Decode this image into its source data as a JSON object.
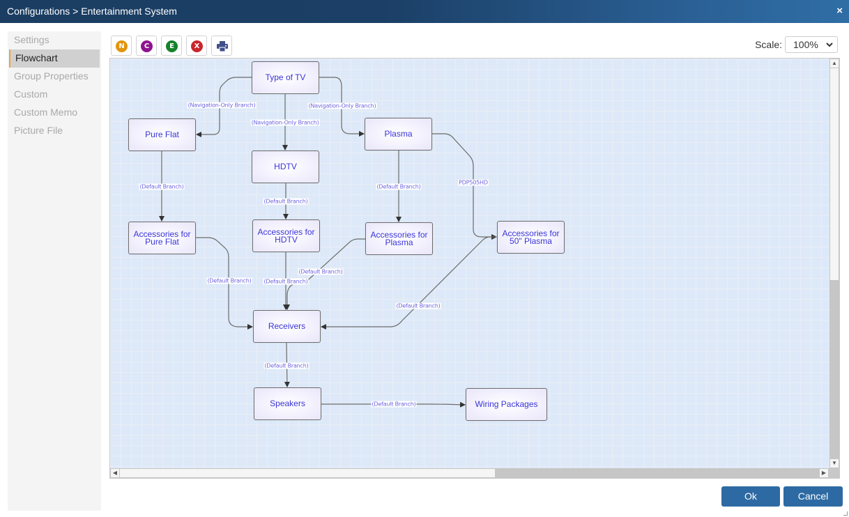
{
  "window": {
    "title": "Configurations > Entertainment System",
    "close_icon": "×"
  },
  "sidebar": {
    "items": [
      {
        "label": "Settings",
        "active": false
      },
      {
        "label": "Flowchart",
        "active": true
      },
      {
        "label": "Group Properties",
        "active": false
      },
      {
        "label": "Custom",
        "active": false
      },
      {
        "label": "Custom Memo",
        "active": false
      },
      {
        "label": "Picture File",
        "active": false
      }
    ]
  },
  "toolbar": {
    "buttons": [
      {
        "name": "new-node",
        "glyph": "N",
        "color": "#e0950e"
      },
      {
        "name": "connect",
        "glyph": "C",
        "color": "#8e138f"
      },
      {
        "name": "edit",
        "glyph": "E",
        "color": "#16822b"
      },
      {
        "name": "delete",
        "glyph": "X",
        "color": "#c8262b"
      },
      {
        "name": "print",
        "glyph": "print-icon",
        "color": "#3f4f8a"
      }
    ]
  },
  "scale": {
    "label": "Scale:",
    "value": "100%",
    "chevron": "⌄"
  },
  "flowchart": {
    "nodes": [
      {
        "id": "type_of_tv",
        "label": "Type of TV"
      },
      {
        "id": "pure_flat",
        "label": "Pure Flat"
      },
      {
        "id": "hdtv",
        "label": "HDTV"
      },
      {
        "id": "plasma",
        "label": "Plasma"
      },
      {
        "id": "acc_pure_flat",
        "label": "Accessories for Pure Flat"
      },
      {
        "id": "acc_hdtv",
        "label": "Accessories for HDTV"
      },
      {
        "id": "acc_plasma",
        "label": "Accessories for Plasma"
      },
      {
        "id": "acc_50_plasma",
        "label": "Accessories for 50\" Plasma"
      },
      {
        "id": "receivers",
        "label": "Receivers"
      },
      {
        "id": "speakers",
        "label": "Speakers"
      },
      {
        "id": "wiring",
        "label": "Wiring Packages"
      }
    ],
    "edges": [
      {
        "from": "type_of_tv",
        "to": "pure_flat",
        "label": "(Navigation-Only Branch)"
      },
      {
        "from": "type_of_tv",
        "to": "hdtv",
        "label": "(Navigation-Only Branch)"
      },
      {
        "from": "type_of_tv",
        "to": "plasma",
        "label": "(Navigation-Only Branch)"
      },
      {
        "from": "pure_flat",
        "to": "acc_pure_flat",
        "label": "(Default Branch)"
      },
      {
        "from": "hdtv",
        "to": "acc_hdtv",
        "label": "(Default Branch)"
      },
      {
        "from": "plasma",
        "to": "acc_plasma",
        "label": "(Default Branch)"
      },
      {
        "from": "plasma",
        "to": "acc_50_plasma",
        "label": "PDP505HD"
      },
      {
        "from": "acc_pure_flat",
        "to": "receivers",
        "label": "(Default Branch)"
      },
      {
        "from": "acc_hdtv",
        "to": "receivers",
        "label": "(Default Branch)"
      },
      {
        "from": "acc_plasma",
        "to": "receivers",
        "label": "(Default Branch)"
      },
      {
        "from": "acc_50_plasma",
        "to": "receivers",
        "label": "(Default Branch)"
      },
      {
        "from": "receivers",
        "to": "speakers",
        "label": "(Default Branch)"
      },
      {
        "from": "speakers",
        "to": "wiring",
        "label": "(Default Branch)"
      }
    ]
  },
  "footer": {
    "ok_label": "Ok",
    "cancel_label": "Cancel"
  }
}
